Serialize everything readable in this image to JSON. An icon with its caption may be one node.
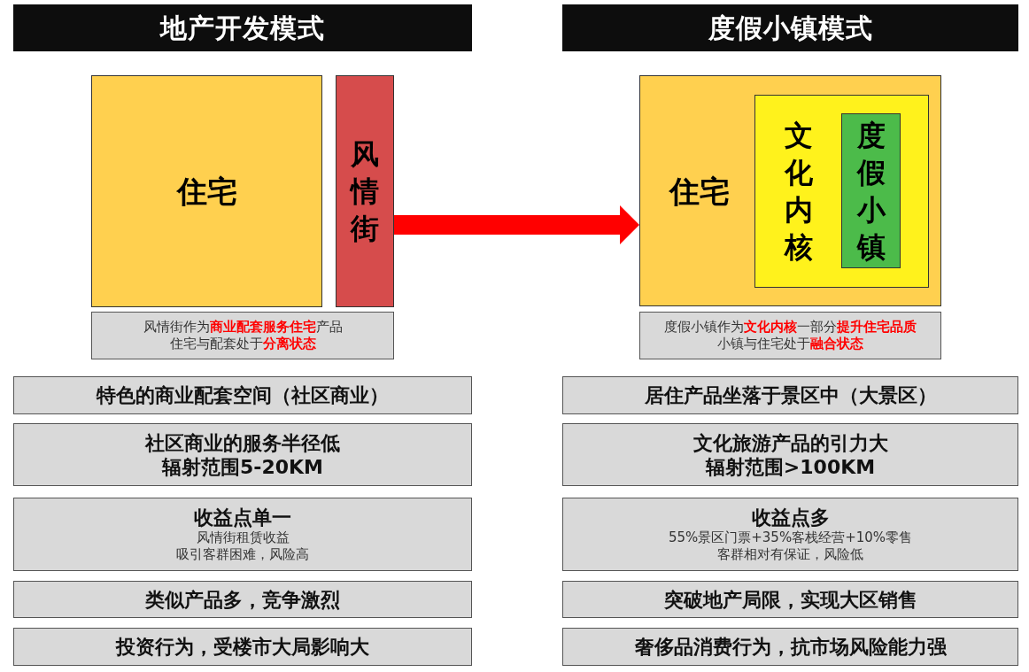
{
  "diagram": {
    "nodes": [
      {
        "text": [
          "地产开发模式"
        ]
      },
      {
        "text": [
          "住宅"
        ]
      },
      {
        "text": [
          "风情街"
        ]
      },
      {
        "text": [
          "风情街作为**商业配套服务住宅**产品",
          "住宅与配套处于**分离状态**"
        ]
      },
      {
        "text": [
          "特色的商业配套空间（社区商业）"
        ]
      },
      {
        "text": [
          "社区商业的服务半径低",
          "辐射范围5-20KM"
        ]
      },
      {
        "text": [
          "收益点单一",
          "风情街租赁收益",
          "吸引客群困难，风险高"
        ]
      },
      {
        "text": [
          "类似产品多，竞争激烈"
        ]
      },
      {
        "text": [
          "投资行为，受楼市大局影响大"
        ]
      },
      {
        "text": [
          "度假小镇模式"
        ]
      },
      {
        "text": [
          "住宅"
        ]
      },
      {
        "text": [
          "文化内核"
        ],
        "in": 10
      },
      {
        "text": [
          "度假小镇"
        ],
        "in": 11
      },
      {
        "text": [
          "度假小镇作为**文化内核**一部分**提升住宅品质**",
          "小镇与住宅处于**融合状态**"
        ]
      },
      {
        "text": [
          "居住产品坐落于景区中（大景区）"
        ]
      },
      {
        "text": [
          "文化旅游产品的引力大",
          "辐射范围>100KM"
        ]
      },
      {
        "text": [
          "收益点多",
          "55%景区门票+35%客栈经营+10%零售",
          "客群相对有保证，风险低"
        ]
      },
      {
        "text": [
          "突破地产局限，实现大区销售"
        ]
      },
      {
        "text": [
          "奢侈品消费行为，抗市场风险能力强"
        ]
      }
    ],
    "edges": [
      {
        "from": 2,
        "to": 10,
        "arrow": "to",
        "color": "#ff0000"
      }
    ]
  }
}
